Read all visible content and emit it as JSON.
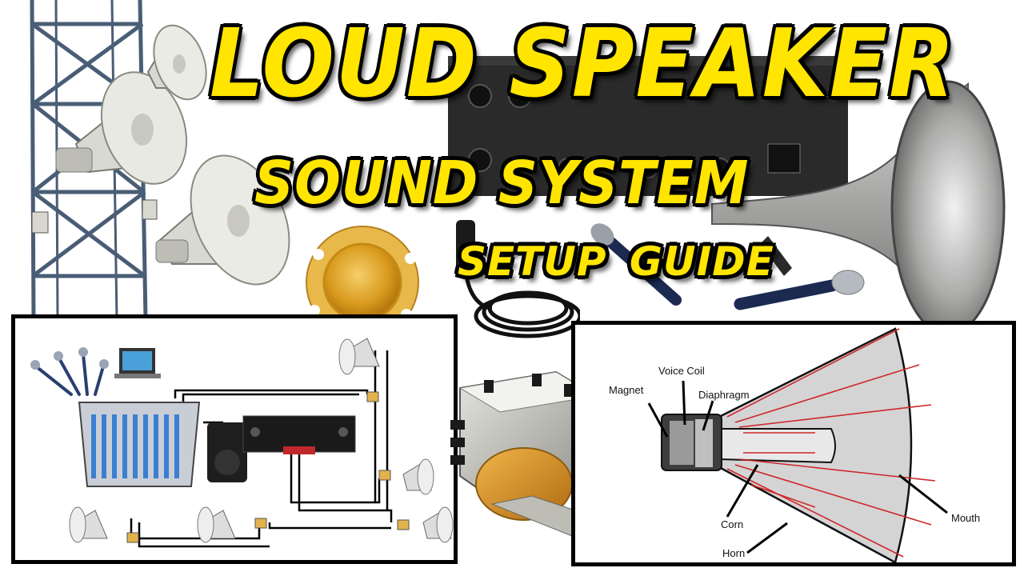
{
  "title": {
    "line1": "LOUD SPEAKER",
    "line2": "SOUND SYSTEM",
    "line3": "SETUP  GUIDE"
  },
  "diagram_labels": {
    "voice_coil": "Voice Coil",
    "magnet": "Magnet",
    "diaphragm": "Diaphragm",
    "corn": "Corn",
    "horn": "Horn",
    "mouth": "Mouth"
  },
  "colors": {
    "title_fill": "#ffe500",
    "title_outline": "#000000",
    "arrow_red": "#d0262a",
    "horn_grey": "#c8c8c8"
  },
  "icons": [
    "horn-speaker-icon",
    "microphone-icon",
    "mixer-icon",
    "amplifier-icon",
    "transformer-icon",
    "tweeter-diaphragm-icon"
  ]
}
